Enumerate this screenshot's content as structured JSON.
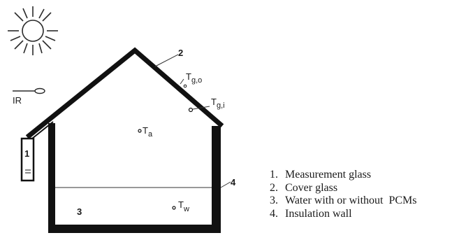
{
  "diagram": {
    "sun_icon": "sun-icon",
    "ir_label": "IR",
    "callouts": {
      "measurement_glass": "1",
      "cover_glass": "2",
      "water": "3",
      "insulation_wall": "4"
    },
    "sensors": {
      "outer_glass": {
        "base": "T",
        "sub": "g,o"
      },
      "inner_glass": {
        "base": "T",
        "sub": "g,i"
      },
      "air": {
        "base": "T",
        "sub": "a"
      },
      "water": {
        "base": "T",
        "sub": "w"
      }
    }
  },
  "legend": [
    {
      "number": "1.",
      "text": "Measurement glass"
    },
    {
      "number": "2.",
      "text": "Cover glass"
    },
    {
      "number": "3.",
      "text": "Water with or without  PCMs"
    },
    {
      "number": "4.",
      "text": "Insulation wall"
    }
  ]
}
